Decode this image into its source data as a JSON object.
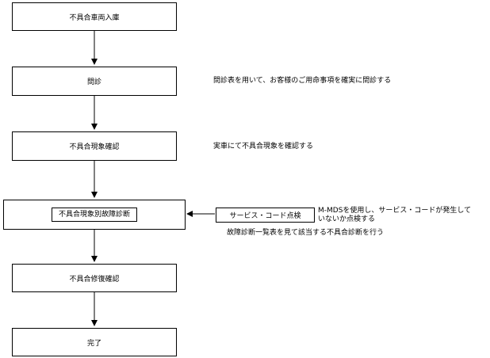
{
  "flow_steps": [
    "不具合車両入庫",
    "問診",
    "不具合現象確認",
    "不具合現象別故障診断",
    "不具合修復確認",
    "完了"
  ],
  "notes": {
    "interview": "問診表を用いて、お客様のご用命事項を確実に問診する",
    "actual_check": "実車にて不具合現象を確認する",
    "service_code_line1": "M-MDSを使用し、サービス・コードが発生して",
    "service_code_line2": "いないか点検する",
    "diagnosis": "故障診断一覧表を見て該当する不具合診断を行う"
  },
  "side_box": "サービス・コード点検"
}
